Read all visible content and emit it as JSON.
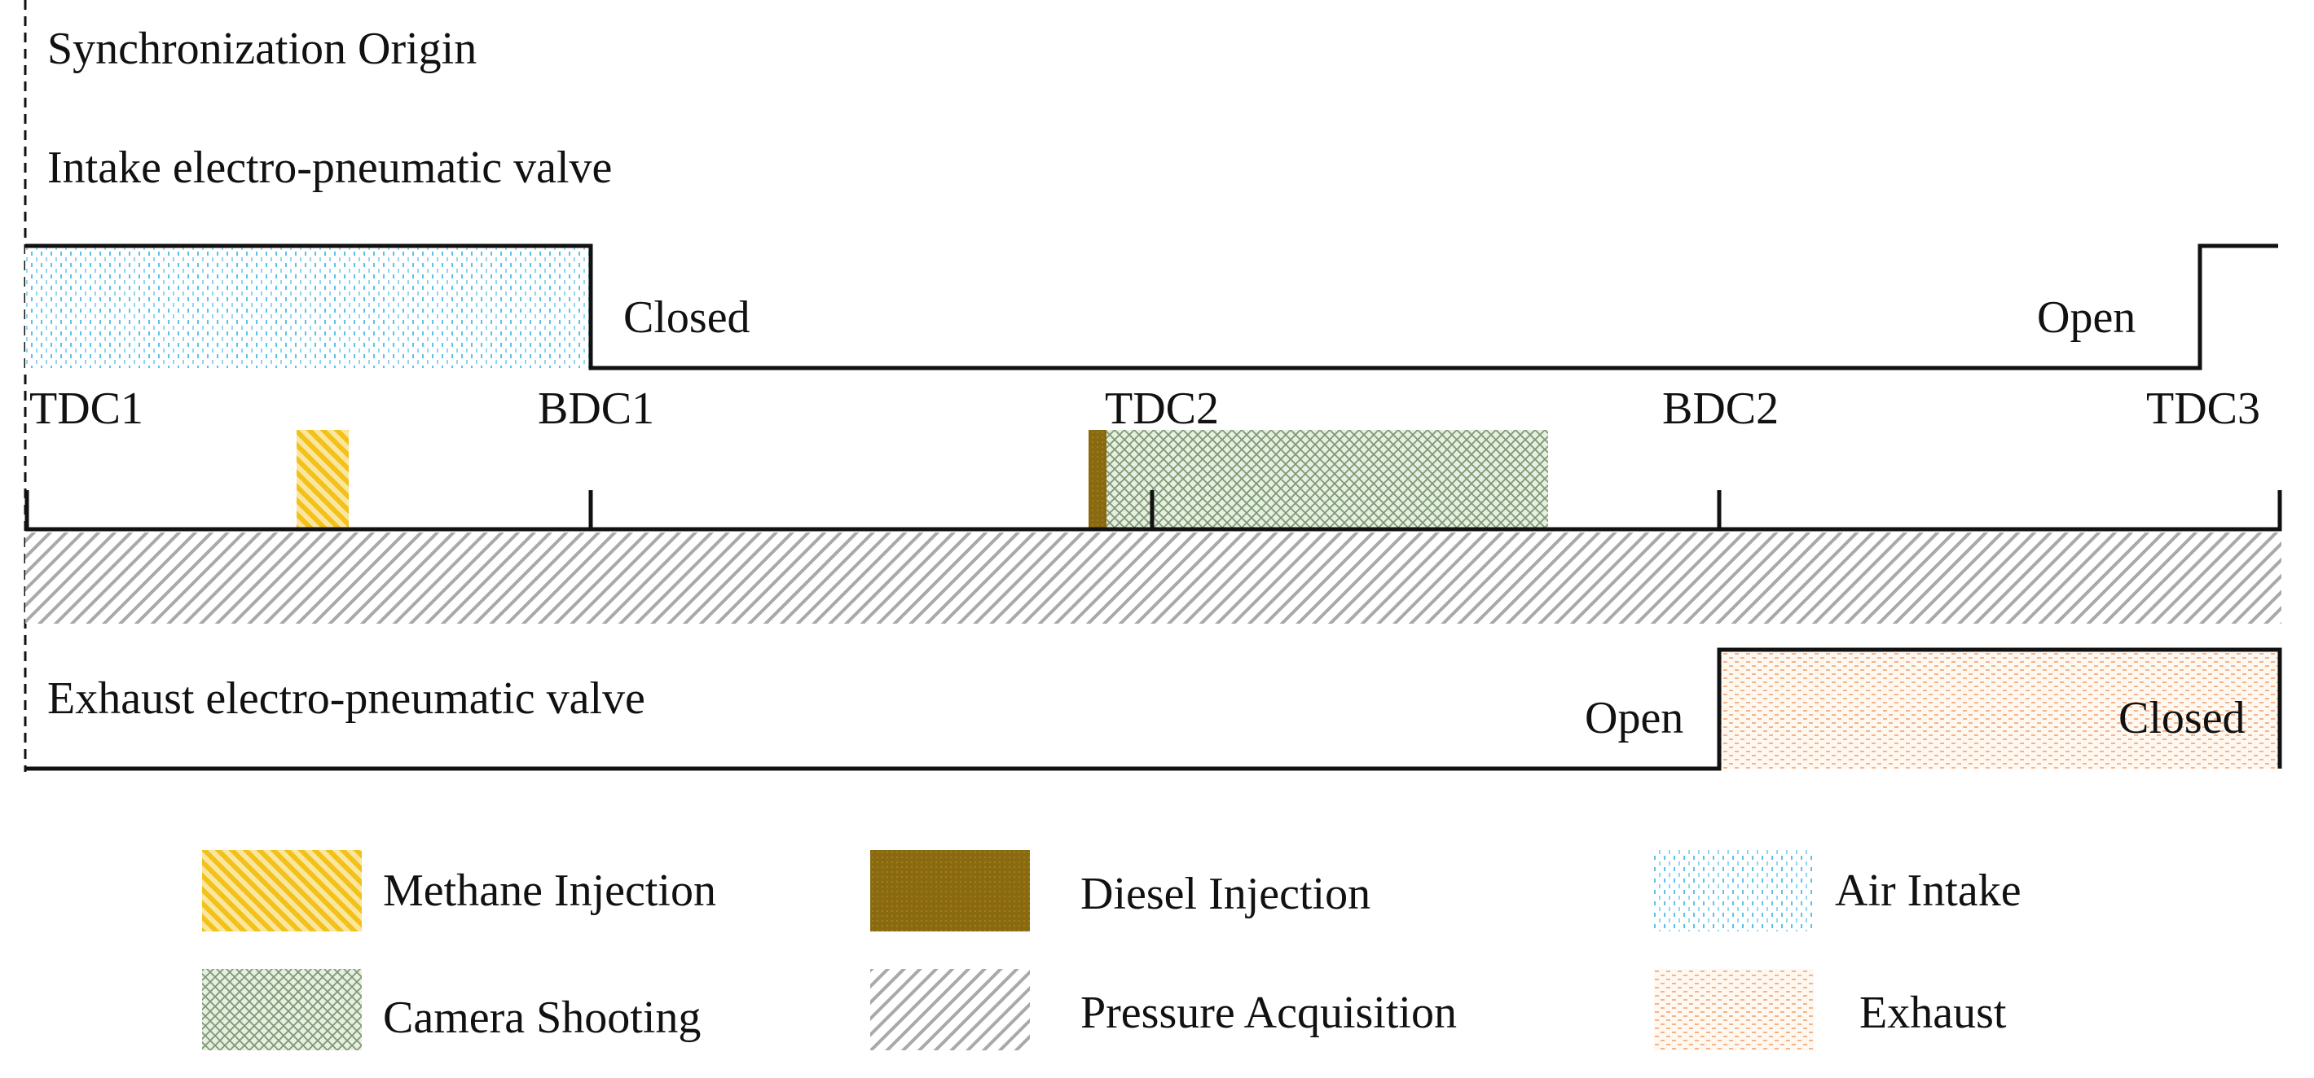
{
  "labels": {
    "sync_origin": "Synchronization Origin",
    "intake_valve": "Intake electro-pneumatic valve",
    "intake_closed": "Closed",
    "intake_open": "Open",
    "exhaust_valve": "Exhaust electro-pneumatic valve",
    "exhaust_open": "Open",
    "exhaust_closed": "Closed"
  },
  "markers": {
    "tdc1": "TDC1",
    "bdc1": "BDC1",
    "tdc2": "TDC2",
    "bdc2": "BDC2",
    "tdc3": "TDC3"
  },
  "legend": {
    "methane": "Methane Injection",
    "diesel": "Diesel Injection",
    "air": "Air Intake",
    "camera": "Camera Shooting",
    "pressure": "Pressure Acquisition",
    "exhaust": "Exhaust"
  },
  "colors": {
    "methane": "#f2c21b",
    "diesel": "#8a6a10",
    "air": "#5bc3ea",
    "camera": "#7c9a70",
    "pressure": "#a9a9a9",
    "exhaust": "#f2b48a",
    "line": "#111111"
  }
}
